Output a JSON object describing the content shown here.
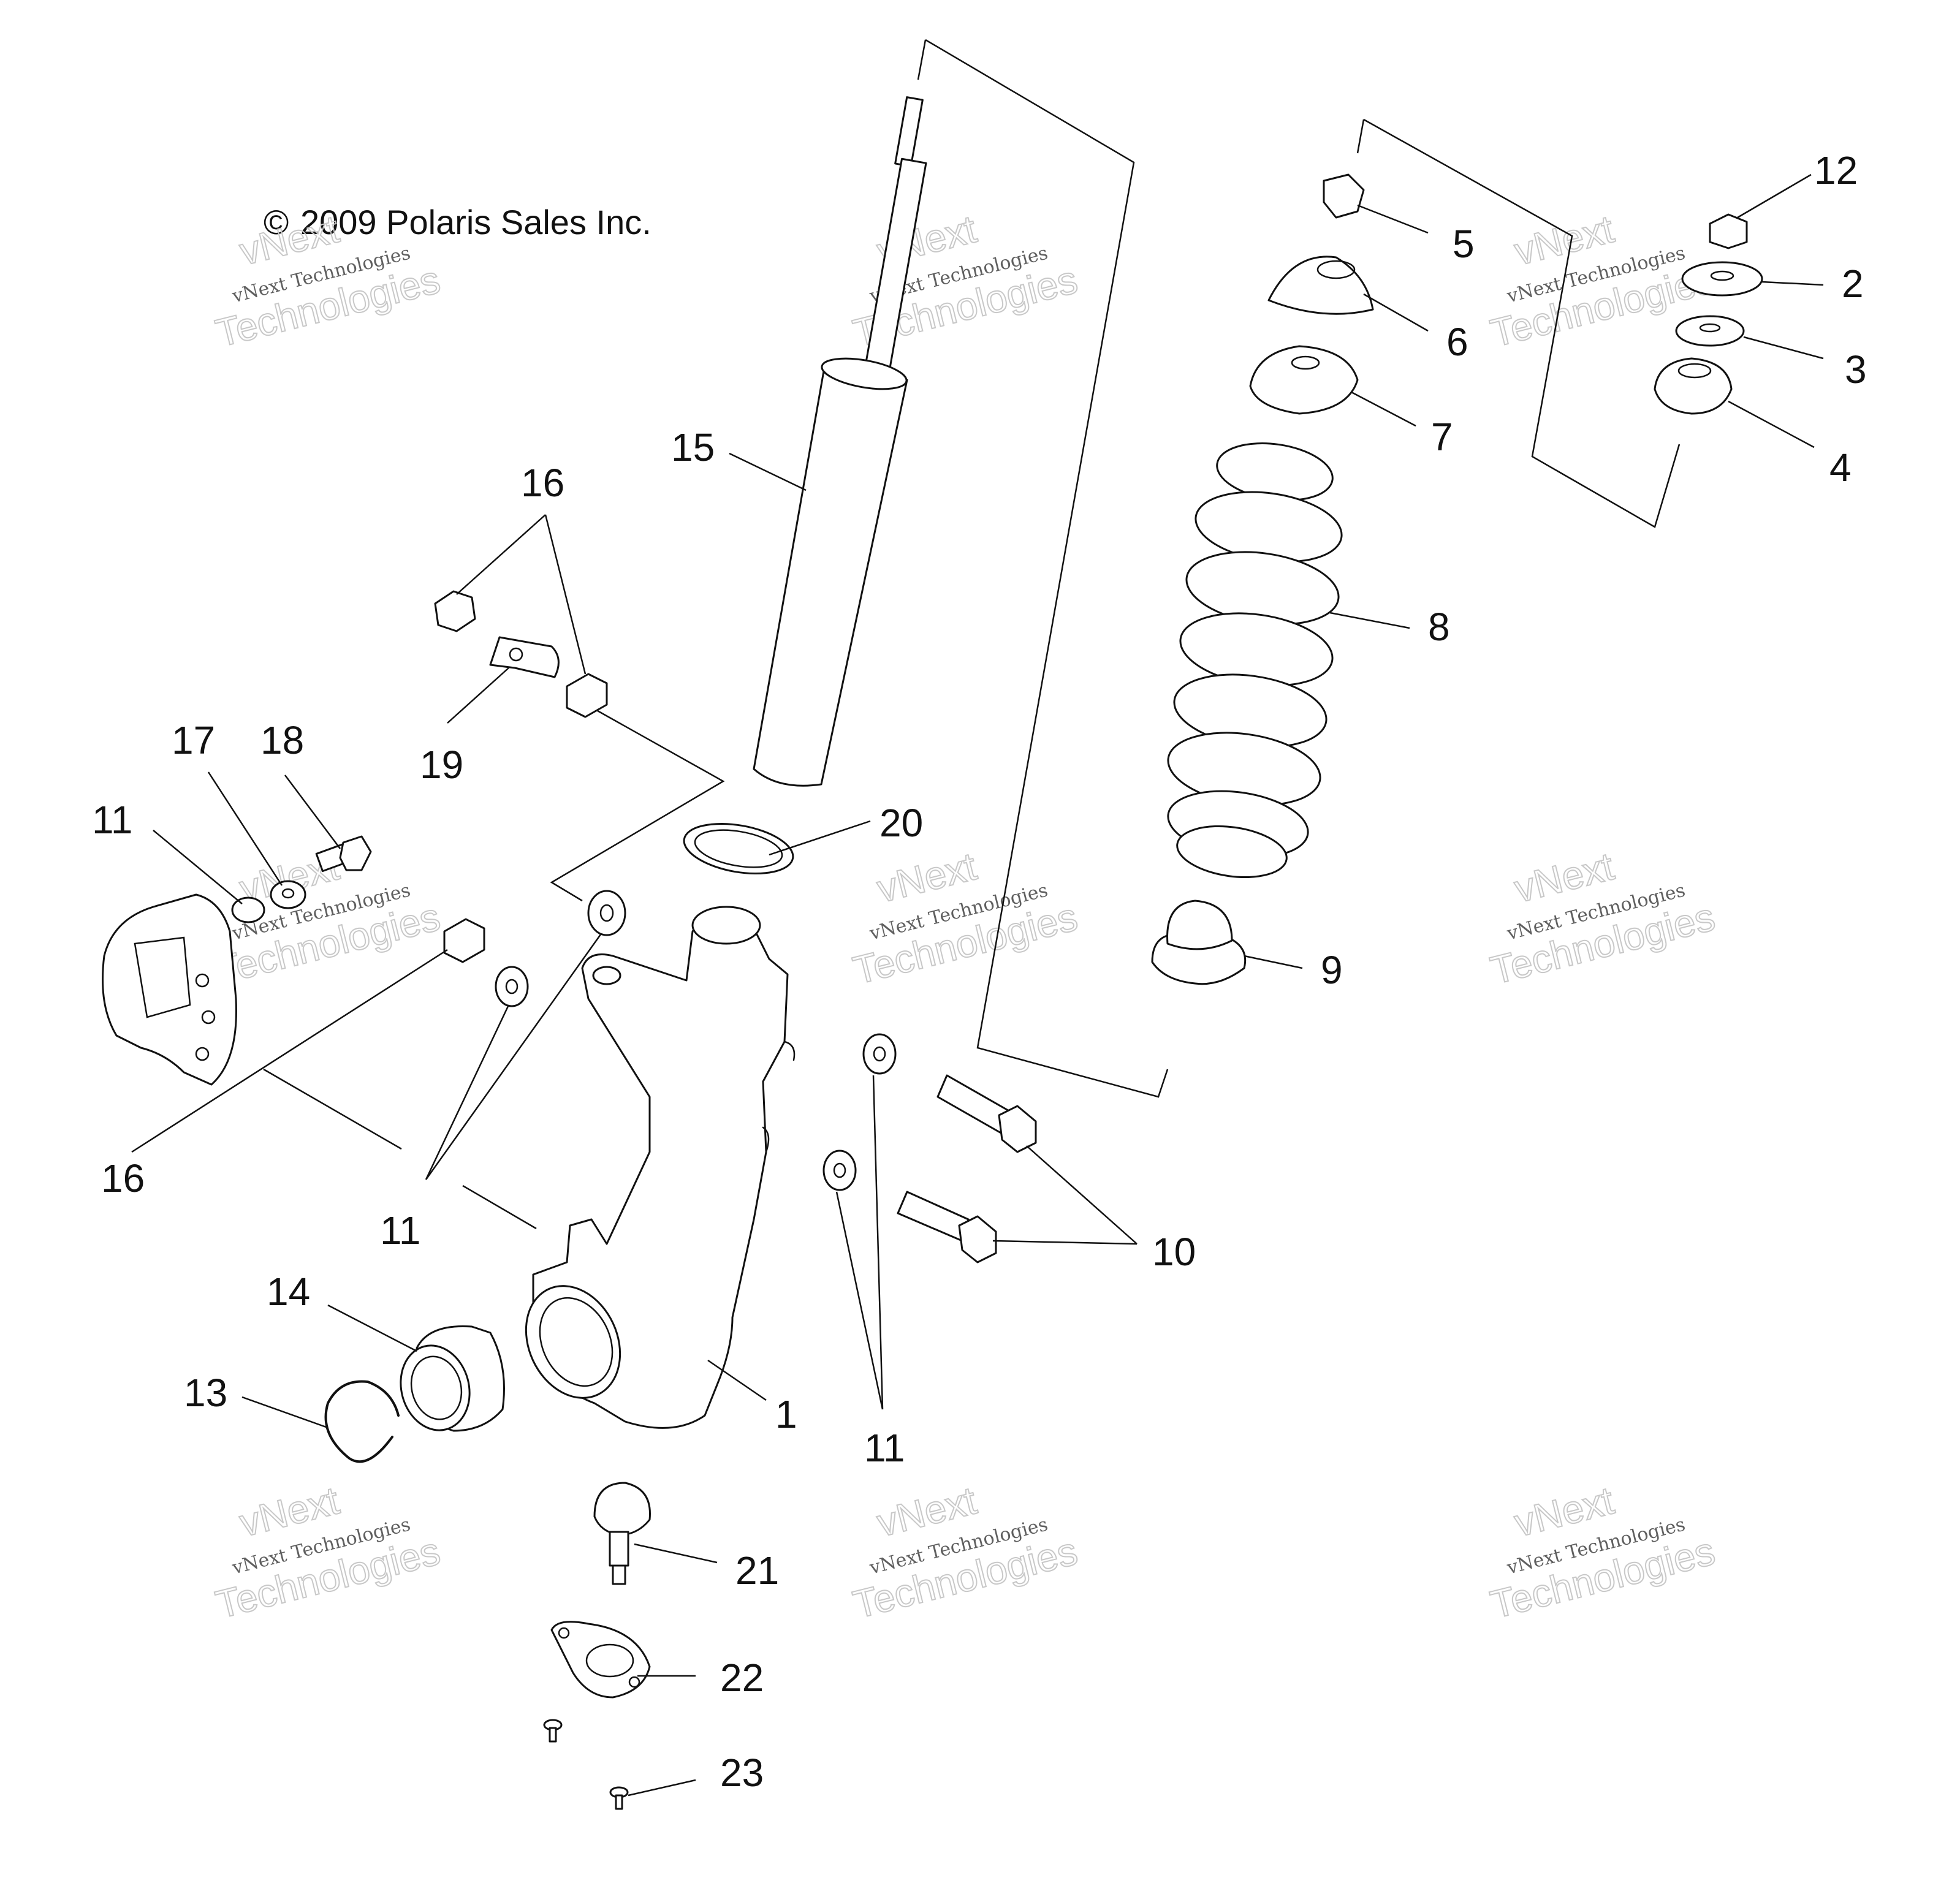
{
  "copyright": "2009 Polaris Sales Inc.",
  "copyright_symbol": "©",
  "watermark": {
    "line1": "vNext",
    "line2": "vNext Technologies",
    "line3": "Technologies"
  },
  "callouts": {
    "c1": "1",
    "c2": "2",
    "c3": "3",
    "c4": "4",
    "c5": "5",
    "c6": "6",
    "c7": "7",
    "c8": "8",
    "c9": "9",
    "c10": "10",
    "c11a": "11",
    "c11b": "11",
    "c11c": "11",
    "c12": "12",
    "c13": "13",
    "c14": "14",
    "c15": "15",
    "c16a": "16",
    "c16b": "16",
    "c17": "17",
    "c18": "18",
    "c19": "19",
    "c20": "20",
    "c21": "21",
    "c22": "22",
    "c23": "23"
  },
  "colors": {
    "line": "#111111",
    "background": "#ffffff",
    "watermark": "#c8c8c8"
  }
}
